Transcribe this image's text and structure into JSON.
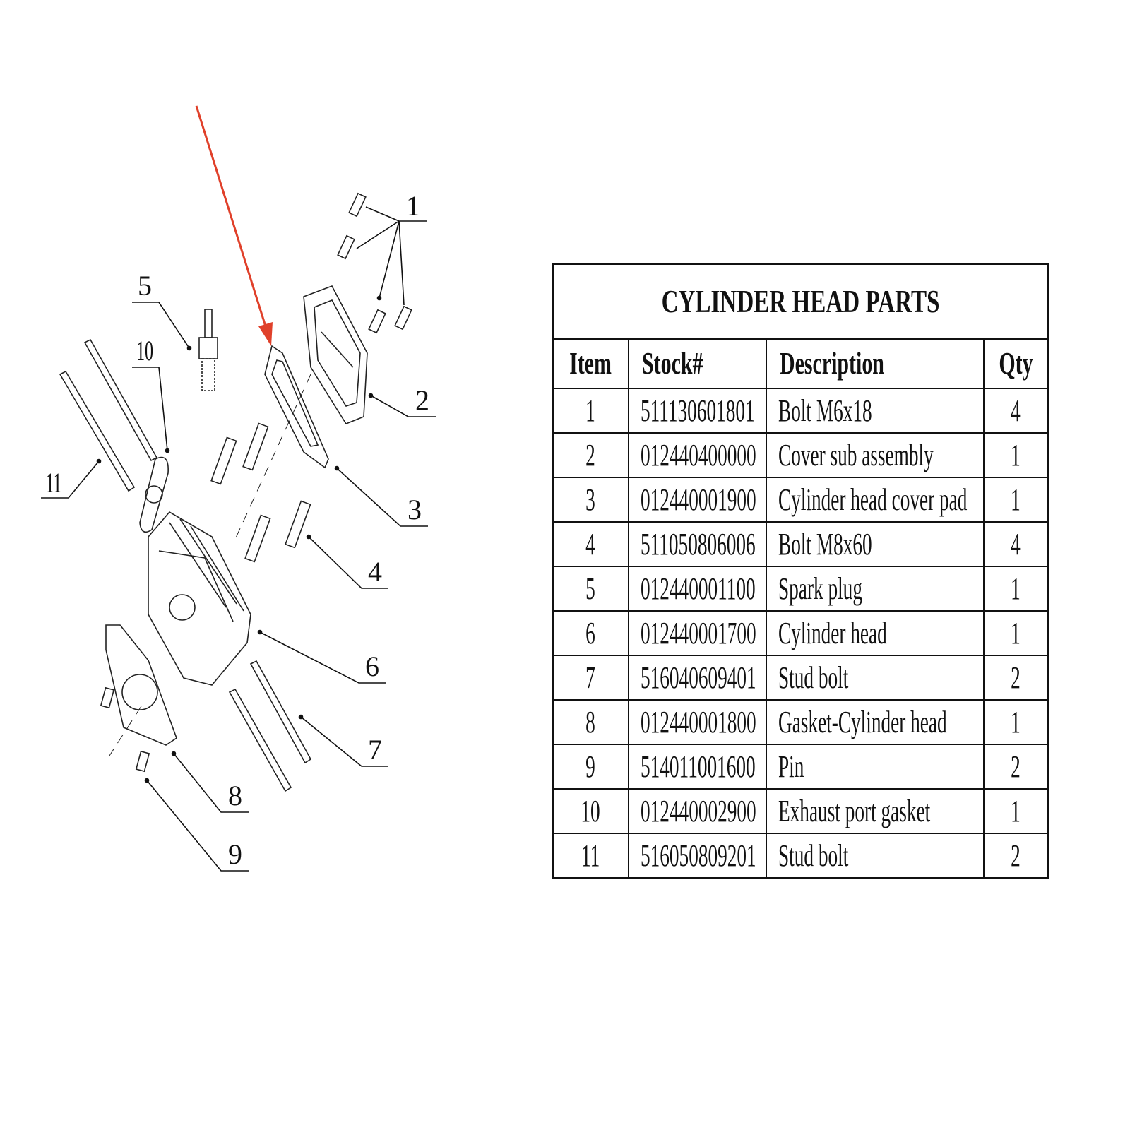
{
  "diagram": {
    "callouts": [
      "1",
      "2",
      "3",
      "4",
      "5",
      "6",
      "7",
      "8",
      "9",
      "10",
      "11"
    ],
    "arrow_color": "#e0402a"
  },
  "table": {
    "title": "CYLINDER HEAD PARTS",
    "headers": {
      "item": "Item",
      "stock": "Stock#",
      "description": "Description",
      "qty": "Qty"
    },
    "rows": [
      {
        "item": "1",
        "stock": "511130601801",
        "description": "Bolt M6x18",
        "qty": "4"
      },
      {
        "item": "2",
        "stock": "012440400000",
        "description": "Cover sub assembly",
        "qty": "1"
      },
      {
        "item": "3",
        "stock": "012440001900",
        "description": "Cylinder head cover pad",
        "qty": "1"
      },
      {
        "item": "4",
        "stock": "511050806006",
        "description": "Bolt M8x60",
        "qty": "4"
      },
      {
        "item": "5",
        "stock": "012440001100",
        "description": "Spark plug",
        "qty": "1"
      },
      {
        "item": "6",
        "stock": "012440001700",
        "description": "Cylinder head",
        "qty": "1"
      },
      {
        "item": "7",
        "stock": "516040609401",
        "description": "Stud bolt",
        "qty": "2"
      },
      {
        "item": "8",
        "stock": "012440001800",
        "description": "Gasket-Cylinder head",
        "qty": "1"
      },
      {
        "item": "9",
        "stock": "514011001600",
        "description": "Pin",
        "qty": "2"
      },
      {
        "item": "10",
        "stock": "012440002900",
        "description": "Exhaust port gasket",
        "qty": "1"
      },
      {
        "item": "11",
        "stock": "516050809201",
        "description": "Stud bolt",
        "qty": "2"
      }
    ]
  }
}
